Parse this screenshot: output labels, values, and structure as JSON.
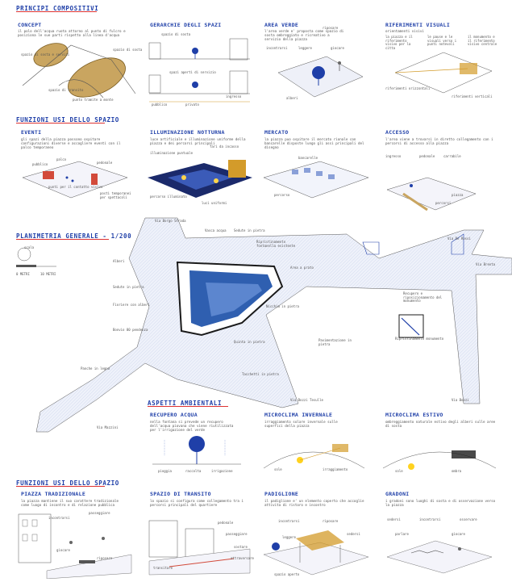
{
  "sections": {
    "principi": "PRINCIPI COMPOSITIVI",
    "funzioni1": "FUNZIONI USI DELLO SPAZIO",
    "planimetria": "PLANIMETRIA GENERALE - 1/200",
    "aspetti": "ASPETTI AMBIENTALI",
    "funzioni2": "FUNZIONI USI DELLO SPAZIO"
  },
  "row1": [
    {
      "title": "CONCEPT",
      "text": "il polo dell'acqua ruota attorno al punto di fulcro e posiziona le sue parti rispetto alla linea d'acqua",
      "labels": [
        "spazio di sosta e servizi",
        "spazio di sosta",
        "punto tramite a monte",
        "spazio di transito"
      ]
    },
    {
      "title": "GERARCHIE DEGLI SPAZI",
      "text": "",
      "labels": [
        "spazio di sosta",
        "spazi aperti di servizio",
        "ingresso",
        "pubblico",
        "privato"
      ]
    },
    {
      "title": "AREA VERDE",
      "text": "l'area verde e' proposta come spazio di sosta ombreggiato e ricreativo a servizio della piazza",
      "labels": [
        "riposare",
        "incontrarsi",
        "leggere",
        "giocare",
        "alberi"
      ]
    },
    {
      "title": "RIFERIMENTI VISUALI",
      "text": "orientamenti visivi",
      "labels": [
        "la piazza e il riferimento visivo per la citta",
        "le pause e le visuali verso i punti notevoli",
        "il monumento e il riferimento visivo centrale",
        "riferimenti orizzontali",
        "riferimenti verticali"
      ]
    }
  ],
  "row2": [
    {
      "title": "EVENTI",
      "text": "gli spazi della piazza possono ospitare configurazioni diverse e accogliere eventi con il palco temporaneo",
      "labels": [
        "palco",
        "pubblico",
        "pedonale",
        "punti per il contatto visivo",
        "posti temporanei per spettacoli"
      ]
    },
    {
      "title": "ILLUMINAZIONE NOTTURNA",
      "text": "luce artificiale e illuminazione uniforme della piazza e dei percorsi principali",
      "labels": [
        "illuminazione puntuale",
        "fari da incasso",
        "percorso illuminato",
        "luci uniformi"
      ]
    },
    {
      "title": "MERCATO",
      "text": "la piazza puo ospitare il mercato rionale con bancarelle disposte lungo gli assi principali del disegno",
      "labels": [
        "bancarelle",
        "percorso"
      ]
    },
    {
      "title": "ACCESSO",
      "text": "l'area viene a trovarsi in diretto collegamento con i percorsi di accesso alla piazza",
      "labels": [
        "ingresso",
        "pedonale",
        "carrabile",
        "piazza",
        "percorsi"
      ]
    }
  ],
  "plan": {
    "scale_label": "scala",
    "scale_a": "0 METRI",
    "scale_b": "10 METRI",
    "labels": [
      "Via Borgo Strada",
      "Vasca acqua",
      "Sedute in pietra",
      "Ripristinamento fontanella esistente",
      "Area a prato",
      "Via De Rossi",
      "Alberi",
      "Via Brenta",
      "Sedute in pietra",
      "Fioriere con alberi",
      "Nicchia in pietra",
      "Bonvio 80 pendenza",
      "Quinta in pietra",
      "Pavimentazione in pietra",
      "Panche in legno",
      "Recupero e riposizionamento del monumento",
      "Ripristinamento monumento",
      "Tacchetti in pietra",
      "Via Bozzi Tesulle",
      "Via Bozzi",
      "Via Mazzini"
    ]
  },
  "row3": [
    {
      "title": "RECUPERO ACQUA",
      "text": "nella fontana si prevede un recupero dell'acqua piovana che viene riutilizzata per l'irrigazione del verde",
      "labels": [
        "pioggia",
        "raccolta",
        "irrigazione"
      ]
    },
    {
      "title": "MICROCLIMA INVERNALE",
      "text": "irraggiamento solare invernale sulle superfici della piazza",
      "labels": [
        "sole",
        "irraggiamento"
      ]
    },
    {
      "title": "MICROCLIMA ESTIVO",
      "text": "ombreggiamento naturale estivo degli alberi sulle aree di sosta",
      "labels": [
        "sole",
        "ombra"
      ]
    }
  ],
  "row4": [
    {
      "title": "PIAZZA TRADIZIONALE",
      "text": "la piazza mantiene il suo carattere tradizionale come luogo di incontro e di relazione pubblica",
      "labels": [
        "incontrarsi",
        "passeggiare",
        "giocare",
        "riposare"
      ]
    },
    {
      "title": "SPAZIO DI TRANSITO",
      "text": "lo spazio si configura come collegamento tra i percorsi principali del quartiere",
      "labels": [
        "pedonale",
        "passeggiare",
        "sostare",
        "attraversare",
        "transitare"
      ]
    },
    {
      "title": "PADIGLIONE",
      "text": "il padiglione e' un elemento coperto che accoglie attivita di ristoro e incontro",
      "labels": [
        "incontrarsi",
        "riposare",
        "sedersi",
        "leggere",
        "spazio aperto"
      ]
    },
    {
      "title": "GRADONI",
      "text": "i gradoni sono luoghi di sosta e di osservazione verso la piazza",
      "labels": [
        "sedersi",
        "incontrarsi",
        "osservare",
        "parlare",
        "giocare"
      ]
    }
  ]
}
